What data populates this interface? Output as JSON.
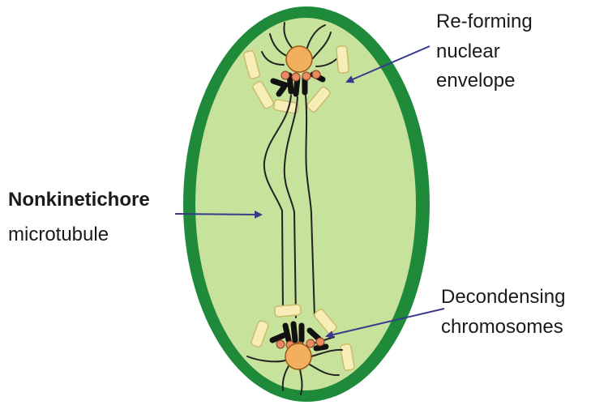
{
  "labels": {
    "reforming": [
      "Re-forming",
      "nuclear",
      "envelope"
    ],
    "nonkinetichore": [
      "Nonkinetichore",
      "microtubule"
    ],
    "decondensing": [
      "Decondensing",
      "chromosomes"
    ]
  },
  "colors": {
    "cell_wall": "#1e8a3a",
    "cytoplasm": "#c7e29a",
    "centrosome": "#f2b05e",
    "centrosome_outline": "#9a5a1c",
    "kinetochore": "#e88a62",
    "envelope_fragment": "#f6edb7",
    "envelope_outline": "#c9bc6a",
    "arrow": "#3a3a8c",
    "line": "#222222"
  },
  "icons": [
    "arrow-right-icon",
    "arrow-left-icon"
  ]
}
